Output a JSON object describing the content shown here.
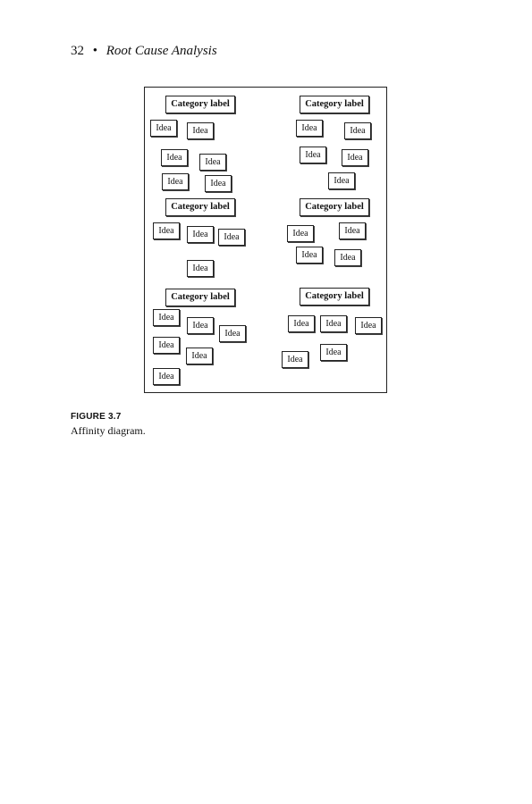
{
  "header": {
    "page_number": "32",
    "separator": "•",
    "running_title": "Root Cause Analysis"
  },
  "figure": {
    "category_label": "Category label",
    "idea_label": "Idea",
    "caption_label": "FIGURE 3.7",
    "caption_text": "Affinity diagram."
  }
}
